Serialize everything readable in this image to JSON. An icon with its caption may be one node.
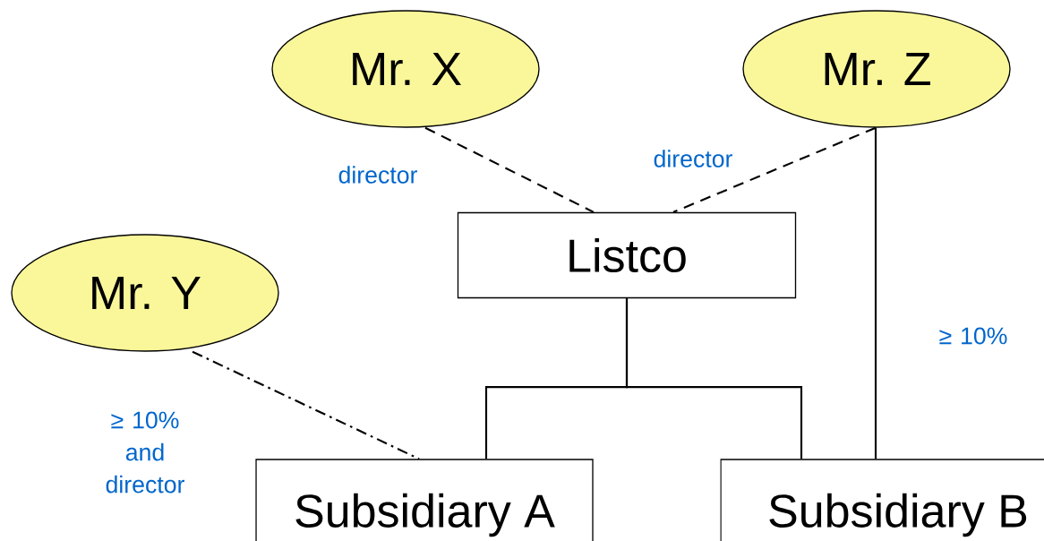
{
  "diagram": {
    "nodes": [
      {
        "text": [
          "Mr. X"
        ]
      },
      {
        "text": [
          "Mr. Z"
        ]
      },
      {
        "text": [
          "Listco"
        ]
      },
      {
        "text": [
          "Mr. Y"
        ]
      },
      {
        "text": [
          "Subsidiary A"
        ]
      },
      {
        "text": [
          "Subsidiary B"
        ]
      }
    ],
    "edges": [
      {
        "from": 0,
        "to": 2,
        "arrow": "none",
        "style": "dashed",
        "label": "director"
      },
      {
        "from": 1,
        "to": 2,
        "arrow": "none",
        "style": "dashed",
        "label": "director"
      },
      {
        "from": 2,
        "to": 4,
        "arrow": "none"
      },
      {
        "from": 2,
        "to": 5,
        "arrow": "none"
      },
      {
        "from": 1,
        "to": 5,
        "arrow": "none",
        "label": "≥ 10%"
      },
      {
        "from": 3,
        "to": 4,
        "arrow": "none",
        "style": "dashed",
        "label": "≥ 10% and director"
      }
    ]
  }
}
